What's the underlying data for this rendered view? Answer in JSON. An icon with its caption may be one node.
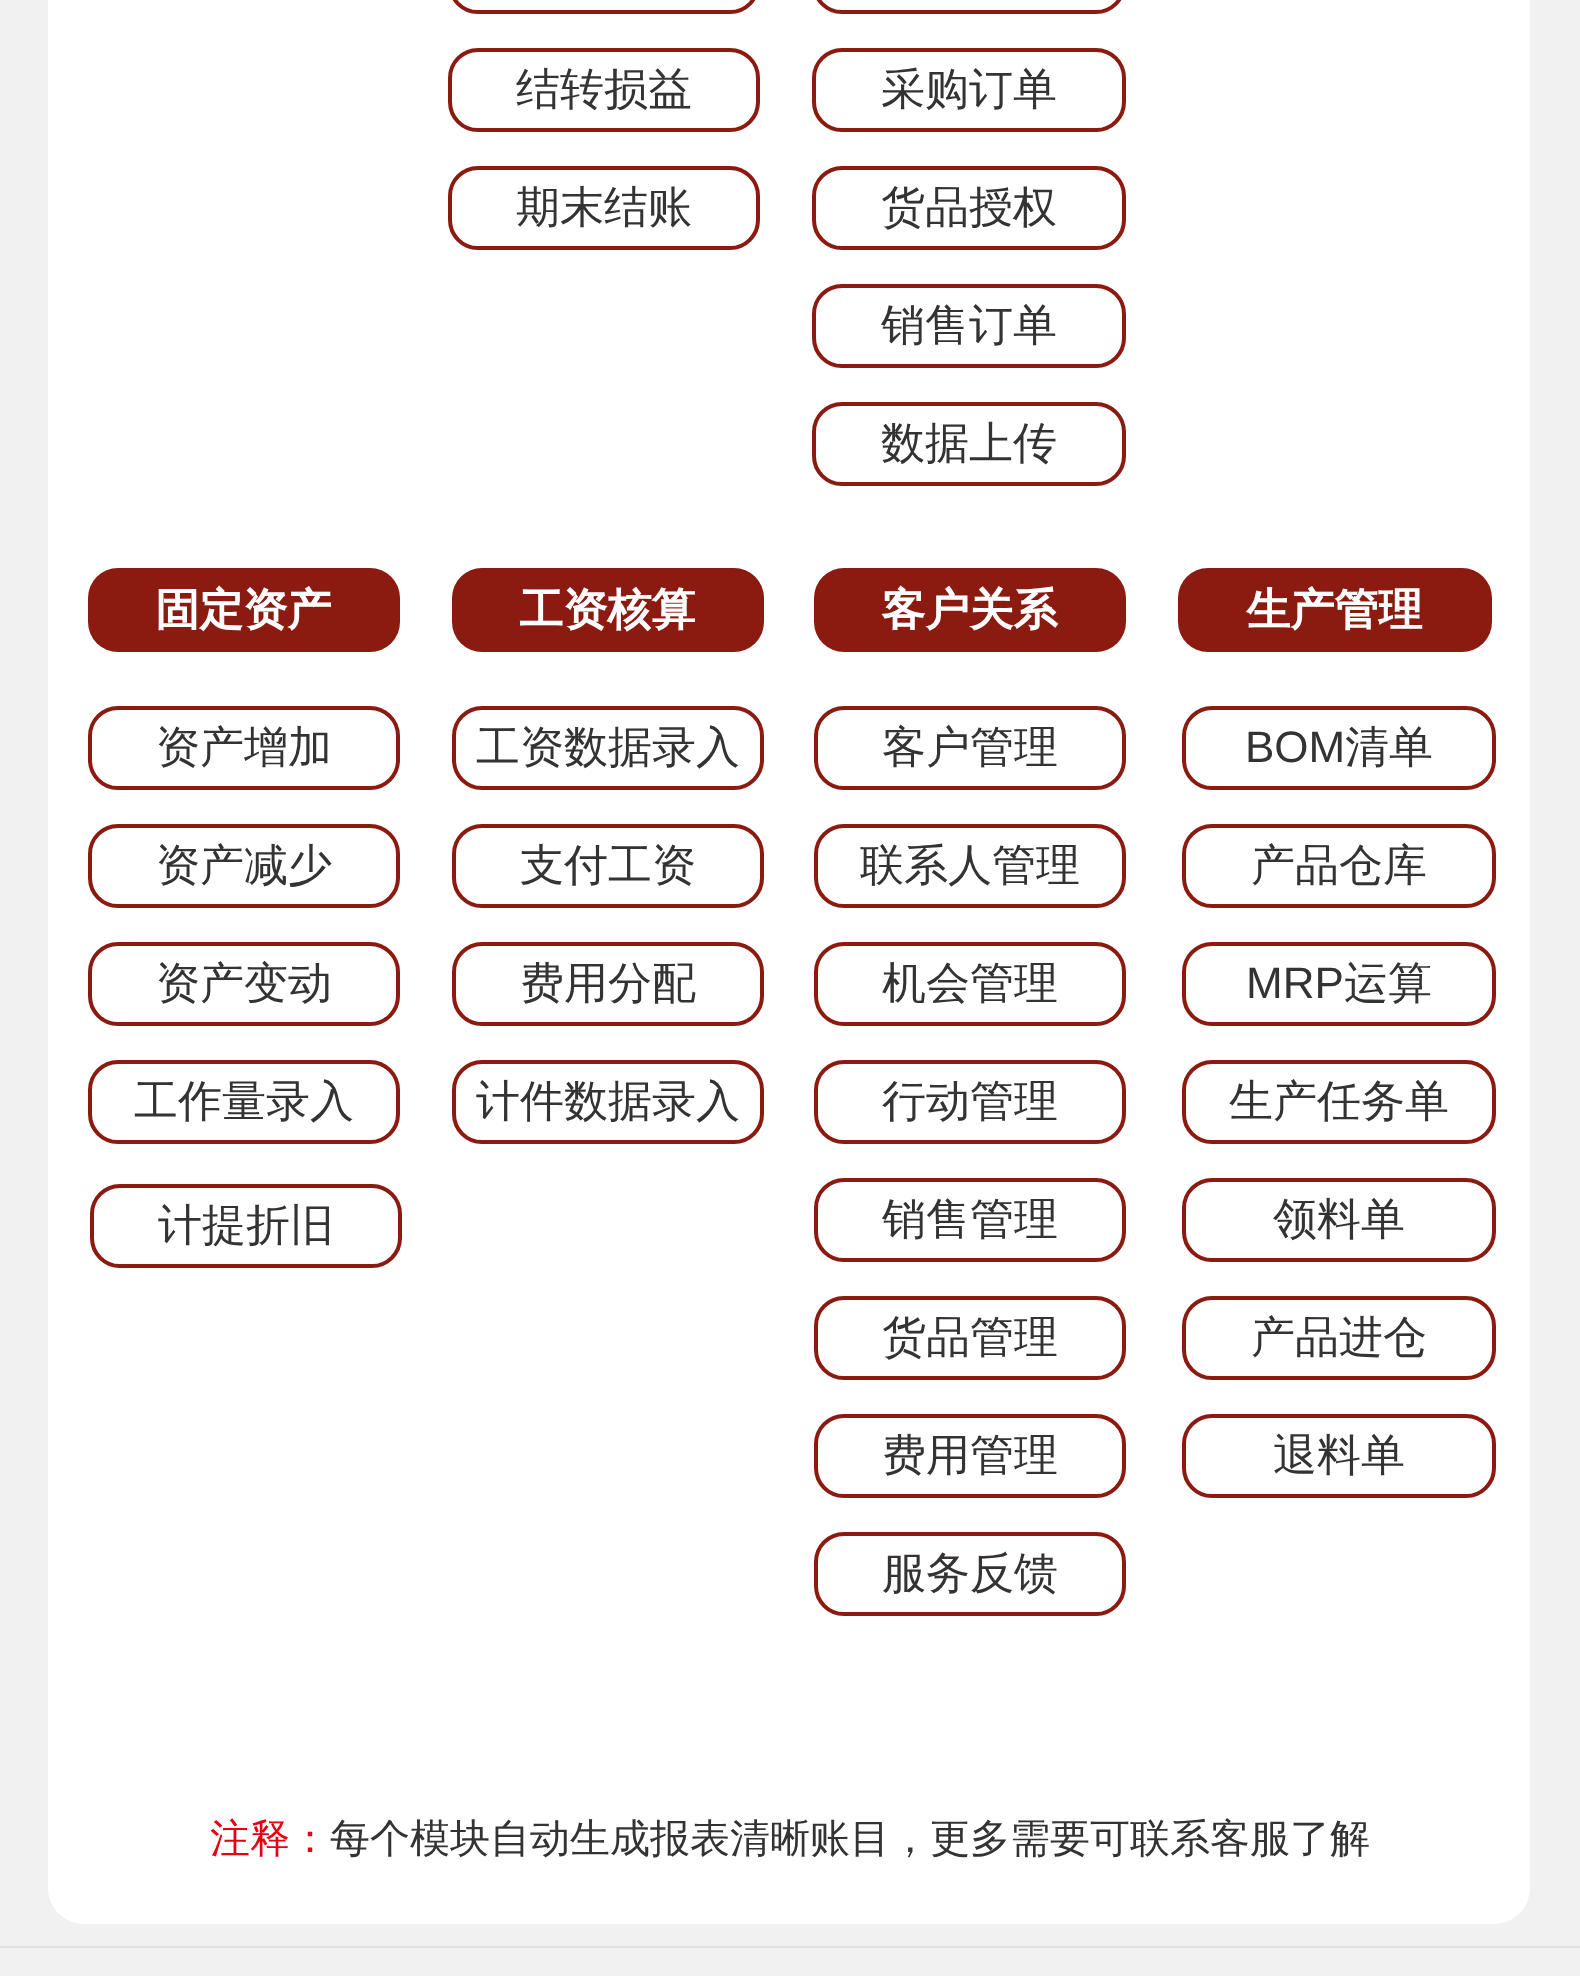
{
  "diagram": {
    "nodes": [
      {
        "text": [],
        "shape": "box"
      },
      {
        "text": [],
        "shape": "box"
      },
      {
        "text": [
          "结转损益"
        ]
      },
      {
        "text": [
          "期末结账"
        ]
      },
      {
        "text": [
          "采购订单"
        ]
      },
      {
        "text": [
          "货品授权"
        ]
      },
      {
        "text": [
          "销售订单"
        ]
      },
      {
        "text": [
          "数据上传"
        ]
      },
      {
        "text": [
          "固定资产"
        ]
      },
      {
        "text": [
          "资产增加"
        ]
      },
      {
        "text": [
          "资产减少"
        ]
      },
      {
        "text": [
          "资产变动"
        ]
      },
      {
        "text": [
          "工作量录入"
        ]
      },
      {
        "text": [
          "计提折旧"
        ]
      },
      {
        "text": [
          "工资核算"
        ]
      },
      {
        "text": [
          "工资数据录入"
        ]
      },
      {
        "text": [
          "支付工资"
        ]
      },
      {
        "text": [
          "费用分配"
        ]
      },
      {
        "text": [
          "计件数据录入"
        ]
      },
      {
        "text": [
          "客户关系"
        ]
      },
      {
        "text": [
          "客户管理"
        ]
      },
      {
        "text": [
          "联系人管理"
        ]
      },
      {
        "text": [
          "机会管理"
        ]
      },
      {
        "text": [
          "行动管理"
        ]
      },
      {
        "text": [
          "销售管理"
        ]
      },
      {
        "text": [
          "货品管理"
        ]
      },
      {
        "text": [
          "费用管理"
        ]
      },
      {
        "text": [
          "服务反馈"
        ]
      },
      {
        "text": [
          "生产管理"
        ]
      },
      {
        "text": [
          "BOM清单"
        ]
      },
      {
        "text": [
          "产品仓库"
        ]
      },
      {
        "text": [
          "MRP运算"
        ]
      },
      {
        "text": [
          "生产任务单"
        ]
      },
      {
        "text": [
          "领料单"
        ]
      },
      {
        "text": [
          "产品进仓"
        ]
      },
      {
        "text": [
          "退料单"
        ]
      }
    ],
    "labels": [
      "注释：",
      "每个模块自动生成报表清晰账目，更多需要可联系客服了解"
    ]
  }
}
